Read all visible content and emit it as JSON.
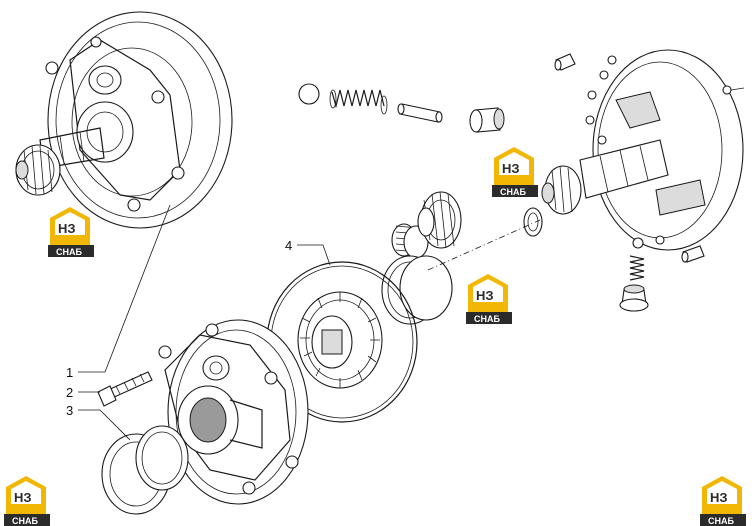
{
  "callouts": {
    "c1": "1",
    "c2": "2",
    "c3": "3",
    "c4": "4"
  },
  "watermark": {
    "brand_letters": "НЗ",
    "brand_word": "СНАБ",
    "accent_color": "#f2b705",
    "dark_color": "#2b2b2b"
  }
}
